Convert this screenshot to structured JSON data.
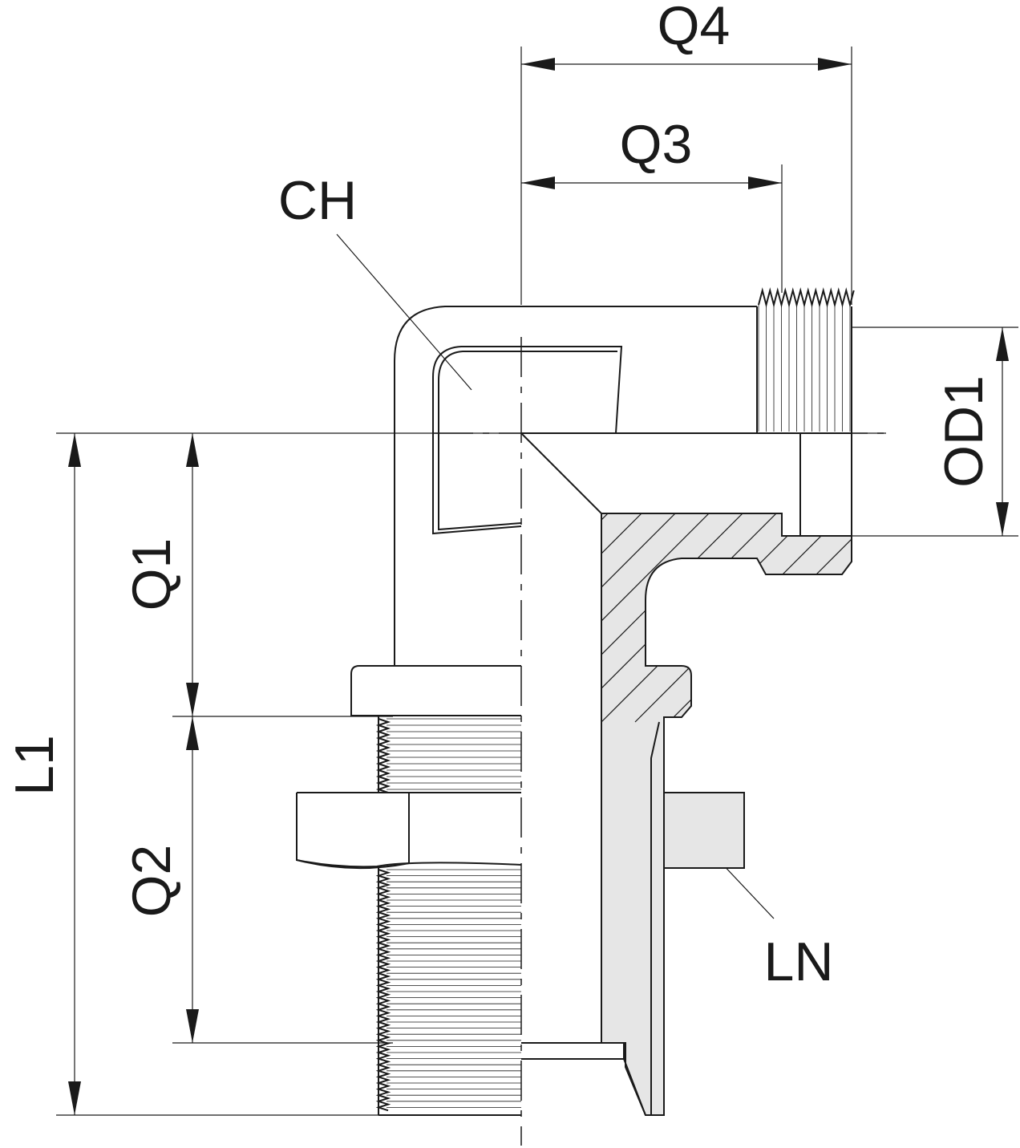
{
  "labels": {
    "q4": "Q4",
    "q3": "Q3",
    "ch": "CH",
    "od1": "OD1",
    "q1": "Q1",
    "l1": "L1",
    "q2": "Q2",
    "ln": "LN"
  }
}
